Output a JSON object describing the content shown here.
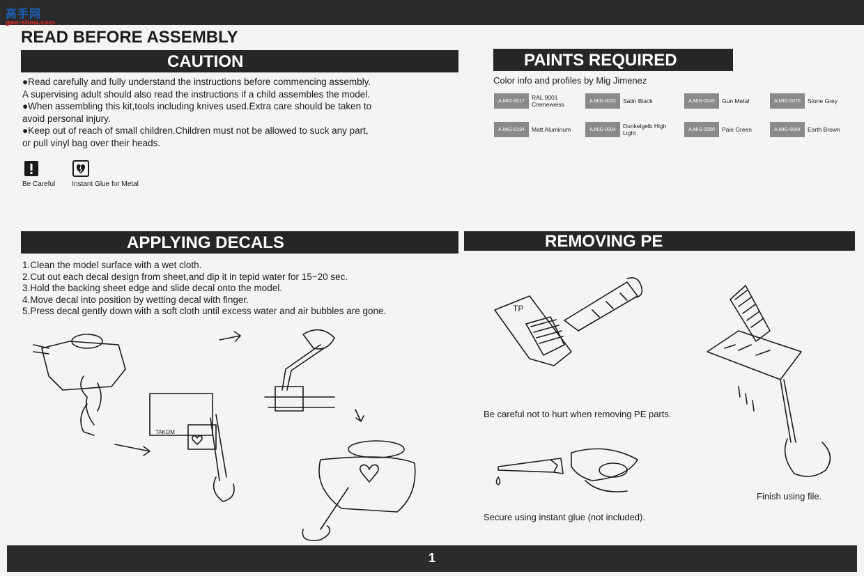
{
  "header": {
    "watermark": {
      "main": "高手网",
      "sub": "gao-shou.com"
    }
  },
  "page_title": "READ BEFORE ASSEMBLY",
  "caution": {
    "title": "CAUTION",
    "items": [
      "●Read carefully and fully understand the instructions before commencing assembly.",
      "A supervising adult should also read the instructions if a child assembles the model.",
      "●When assembling this kit,tools including knives used.Extra care should be taken to",
      "avoid personal injury.",
      "●Keep out of reach of small children.Children must not be allowed to suck any part,",
      "or pull vinyl bag over their heads."
    ],
    "icons": [
      {
        "name": "exclamation-icon",
        "label": "Be Careful"
      },
      {
        "name": "glue-heart-icon",
        "label": "Instant Glue for Metal"
      }
    ]
  },
  "paints": {
    "title": "PAINTS REQUIRED",
    "subtitle": "Color info and profiles by Mig Jimenez",
    "swatch_color": "#8a8a8a",
    "items": [
      {
        "code": "A.MIG-0017",
        "name": "RAL 9001 Cremeweiss"
      },
      {
        "code": "A.MIG-0032",
        "name": "Satin Black"
      },
      {
        "code": "A.MIG-0045",
        "name": "Gun Metal"
      },
      {
        "code": "A.MIG-0075",
        "name": "Stone Grey"
      },
      {
        "code": "A.MIG-0194",
        "name": "Matt Aluminum"
      },
      {
        "code": "A.MIG-0004",
        "name": "Dunkelgelb High Light"
      },
      {
        "code": "A.MIG-0060",
        "name": "Pale Green"
      },
      {
        "code": "A.MIG-0064",
        "name": "Earth Brown"
      }
    ]
  },
  "decals": {
    "title": "APPLYING DECALS",
    "steps": [
      "1.Clean the model surface with a wet cloth.",
      "2.Cut out each decal design from sheet,and dip it in tepid water for 15~20 sec.",
      "3.Hold the backing sheet edge and slide decal onto the model.",
      "4.Move decal into position by wetting decal with finger.",
      "5.Press decal gently down with a soft cloth until excess water and air bubbles are gone."
    ],
    "sheet_label": "TAKOM"
  },
  "pe": {
    "title": "REMOVING PE",
    "fret_label": "TP",
    "caption_care": "Be careful not to hurt when removing PE parts.",
    "caption_glue": "Secure using instant glue (not included).",
    "caption_file": "Finish using file."
  },
  "footer": {
    "page_number": "1"
  }
}
